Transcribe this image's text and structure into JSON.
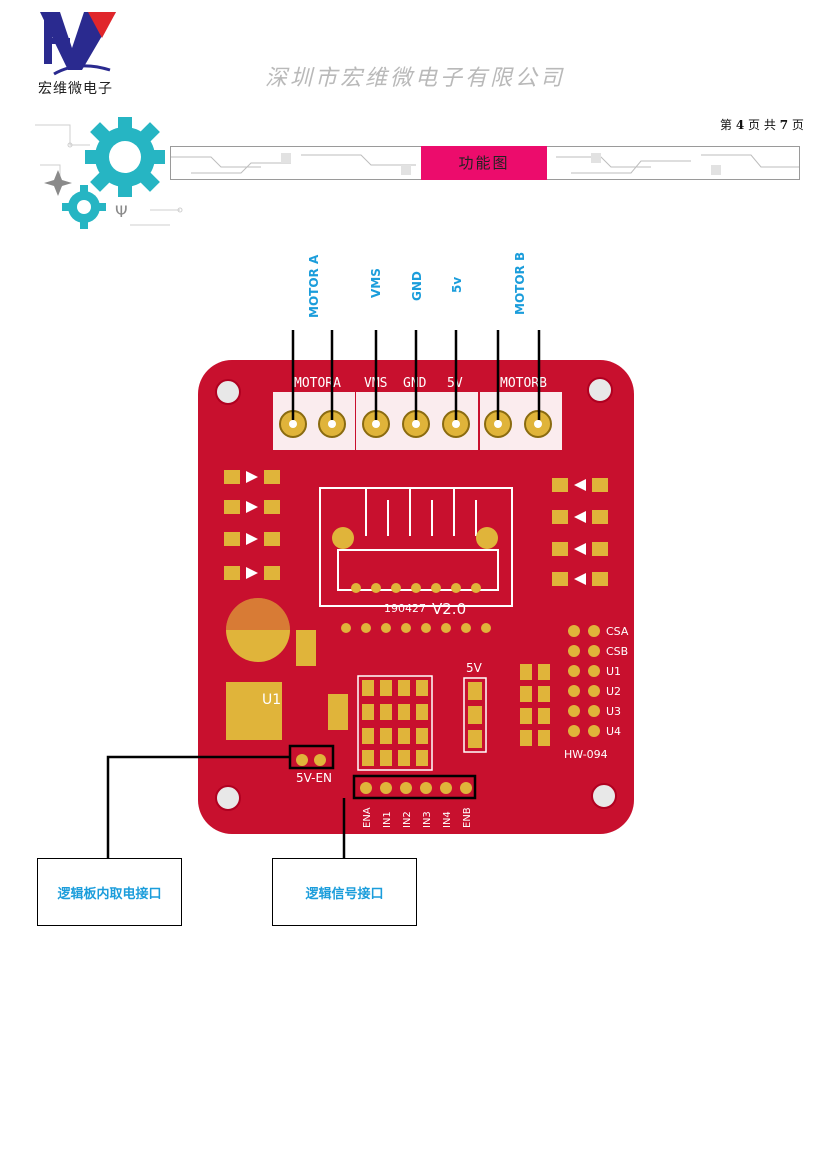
{
  "header": {
    "logo_letters": "HV",
    "logo_text": "宏维微电子",
    "company_name": "深圳市宏维微电子有限公司",
    "page_prefix": "第",
    "page_current": "4",
    "page_mid": "页 共",
    "page_total": "7",
    "page_suffix": "页",
    "section_title": "功能图"
  },
  "pin_labels": {
    "motor_a": "MOTOR A",
    "vms": "VMS",
    "gnd": "GND",
    "v5": "5v",
    "motor_b": "MOTOR B"
  },
  "board": {
    "silk_motora": "MOTORA",
    "silk_vms": "VMS",
    "silk_gnd": "GND",
    "silk_5v": "5V",
    "silk_motorb": "MOTORB",
    "version_date": "190427",
    "version": "V2.0",
    "u1": "U1",
    "silk_5v_small": "5V",
    "en_label": "5V-EN",
    "logic_pins": [
      "ENA",
      "IN1",
      "IN2",
      "IN3",
      "IN4",
      "ENB"
    ],
    "right_pins": [
      "CSA",
      "CSB",
      "U1",
      "U2",
      "U3",
      "U4"
    ],
    "model": "HW-094",
    "pcb_color": "#c8102e"
  },
  "callouts": {
    "internal_power": "逻辑板内取电接口",
    "logic_signal": "逻辑信号接口"
  },
  "colors": {
    "accent": "#ec0c6c",
    "label_blue": "#1b9ddb",
    "gear_teal": "#26b5c3",
    "logo_blue": "#2a2a8f"
  }
}
